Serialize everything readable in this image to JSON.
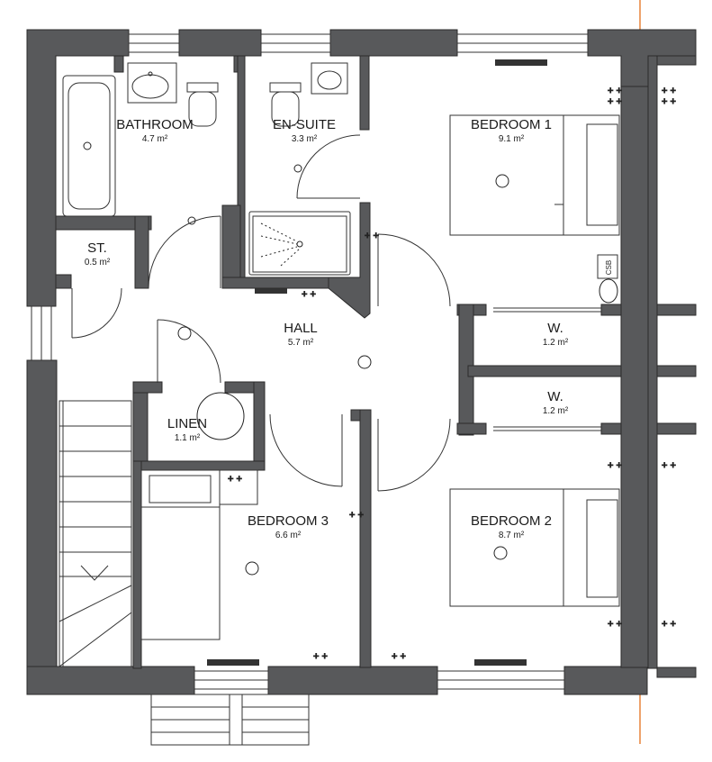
{
  "rooms": {
    "bathroom": {
      "name": "BATHROOM",
      "area": "4.7 m²"
    },
    "ensuite": {
      "name": "EN-SUITE",
      "area": "3.3 m²"
    },
    "bedroom1": {
      "name": "BEDROOM 1",
      "area": "9.1 m²"
    },
    "store": {
      "name": "ST.",
      "area": "0.5 m²"
    },
    "hall": {
      "name": "HALL",
      "area": "5.7 m²"
    },
    "wardrobe1": {
      "name": "W.",
      "area": "1.2 m²"
    },
    "wardrobe2": {
      "name": "W.",
      "area": "1.2 m²"
    },
    "linen": {
      "name": "LINEN",
      "area": "1.1 m²"
    },
    "bedroom3": {
      "name": "BEDROOM 3",
      "area": "6.6 m²"
    },
    "bedroom2": {
      "name": "BEDROOM 2",
      "area": "8.7 m²"
    }
  },
  "labels": {
    "csb": "CSB"
  },
  "colors": {
    "wall": "#58595b",
    "grid_line": "#e8833a"
  }
}
